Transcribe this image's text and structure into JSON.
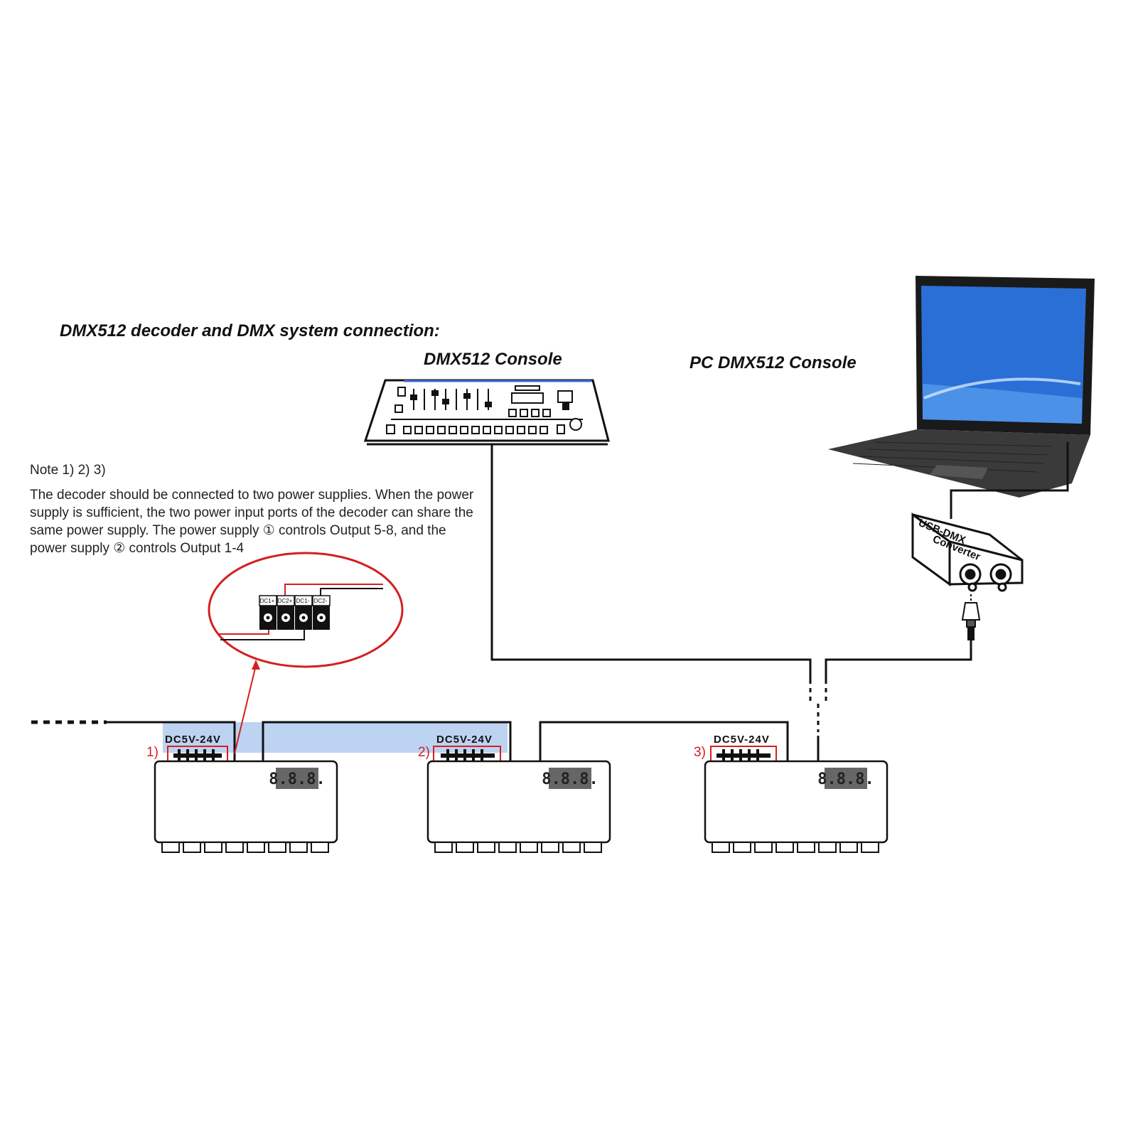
{
  "title": "DMX512 decoder and DMX system connection:",
  "console_label": "DMX512 Console",
  "pc_label": "PC DMX512 Console",
  "note": {
    "heading": "Note 1) 2) 3)",
    "body": "The decoder should be connected to two power supplies. When the power supply is sufficient, the two power input ports of the decoder can share the same power supply. The power supply ① controls Output 5-8, and the power supply ② controls Output 1-4"
  },
  "terminals": [
    "DC1+",
    "DC2+",
    "DC1-",
    "DC2-"
  ],
  "converter": {
    "line1": "USB-DMX",
    "line2": "Converter"
  },
  "decoders": [
    {
      "number": "1)",
      "power_label": "DC5V-24V",
      "display": "8.8.8."
    },
    {
      "number": "2)",
      "power_label": "DC5V-24V",
      "display": "8.8.8."
    },
    {
      "number": "3)",
      "power_label": "DC5V-24V",
      "display": "8.8.8."
    }
  ],
  "colors": {
    "highlight": "#bcd3f2",
    "accent_red": "#d42020",
    "line": "#111111",
    "screen": "#2a6fd6"
  }
}
